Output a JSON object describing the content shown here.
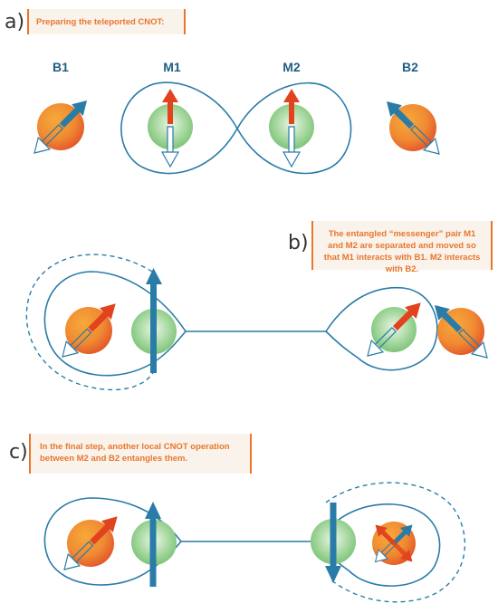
{
  "panels": {
    "a": {
      "letter": "a)",
      "caption": "Preparing the teleported CNOT:"
    },
    "b": {
      "letter": "b)",
      "caption": "The entangled “messenger” pair M1 and M2 are separated and moved so that M1 interacts with B1. M2 interacts with B2."
    },
    "c": {
      "letter": "c)",
      "caption": "In the final step, another local CNOT operation between M2 and B2 entangles them."
    }
  },
  "qubit_labels": {
    "b1": "B1",
    "m1": "M1",
    "m2": "M2",
    "b2": "B2"
  },
  "colors": {
    "accent_orange": "#e8762b",
    "callout_bg": "#faf3ec",
    "blue": "#2a7ca8",
    "label_blue": "#1f5f82",
    "arrow_red": "#e0431d",
    "green": "#7cc47a"
  }
}
